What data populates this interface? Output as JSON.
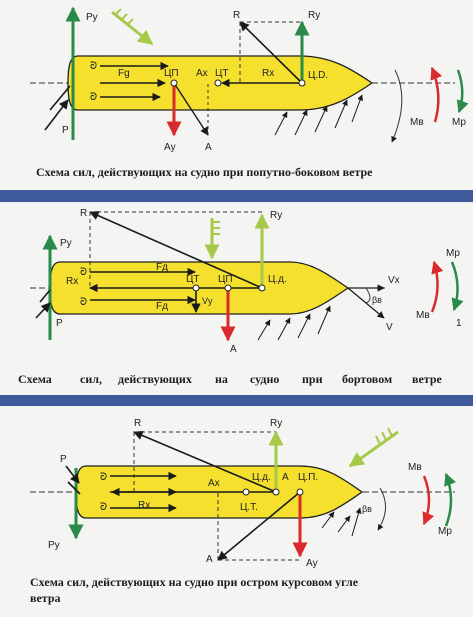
{
  "colors": {
    "hull": "#f5e02e",
    "hull_outline": "#222222",
    "arrow_green": "#2a8a4a",
    "arrow_red": "#d92b2b",
    "arrow_lime": "#a6c94a",
    "arrow_black": "#1a1a1a",
    "separator": "#3e5a9b"
  },
  "diagram1": {
    "caption": "Схема сил, действующих на судно при попутно-боковом ветре",
    "labels": {
      "py": "Pу",
      "p": "P",
      "fg": "Fg",
      "cp": "ЦП",
      "ax": "Ax",
      "ct": "ЦТ",
      "rx": "Rx",
      "cd": "Ц.D.",
      "r": "R",
      "ry": "Ry",
      "ay": "Aу",
      "a": "A",
      "mv": "Mв",
      "mr": "Mр"
    }
  },
  "diagram2": {
    "caption_words": [
      "Схема",
      "сил,",
      "действующих",
      "на",
      "судно",
      "при",
      "бортовом",
      "ветре"
    ],
    "labels": {
      "r": "R",
      "ry": "Ry",
      "py": "Pу",
      "rx": "Rx",
      "fd_top": "Fд",
      "ct": "ЦТ",
      "cp": "ЦП",
      "cd": "Ц.д.",
      "fd_bottom": "Fд",
      "vy": "Vу",
      "p": "P",
      "a": "A",
      "vx": "Vx",
      "beta": "βв",
      "v": "V",
      "mr": "Mр",
      "mv": "Mв",
      "one": "1"
    }
  },
  "diagram3": {
    "caption_line1": "Схема сил, действующих на судно при остром курсовом угле",
    "caption_line2": "ветра",
    "labels": {
      "r": "R",
      "ry": "Ry",
      "p": "P",
      "ax": "Ax",
      "cd": "Ц.д.",
      "a": "A",
      "cp": "Ц.П.",
      "rx": "Rx",
      "ct": "Ц.Т.",
      "beta": "βв",
      "py": "Pу",
      "a2": "A",
      "ay": "Aу",
      "mv": "Mв",
      "mr": "Mр"
    }
  }
}
